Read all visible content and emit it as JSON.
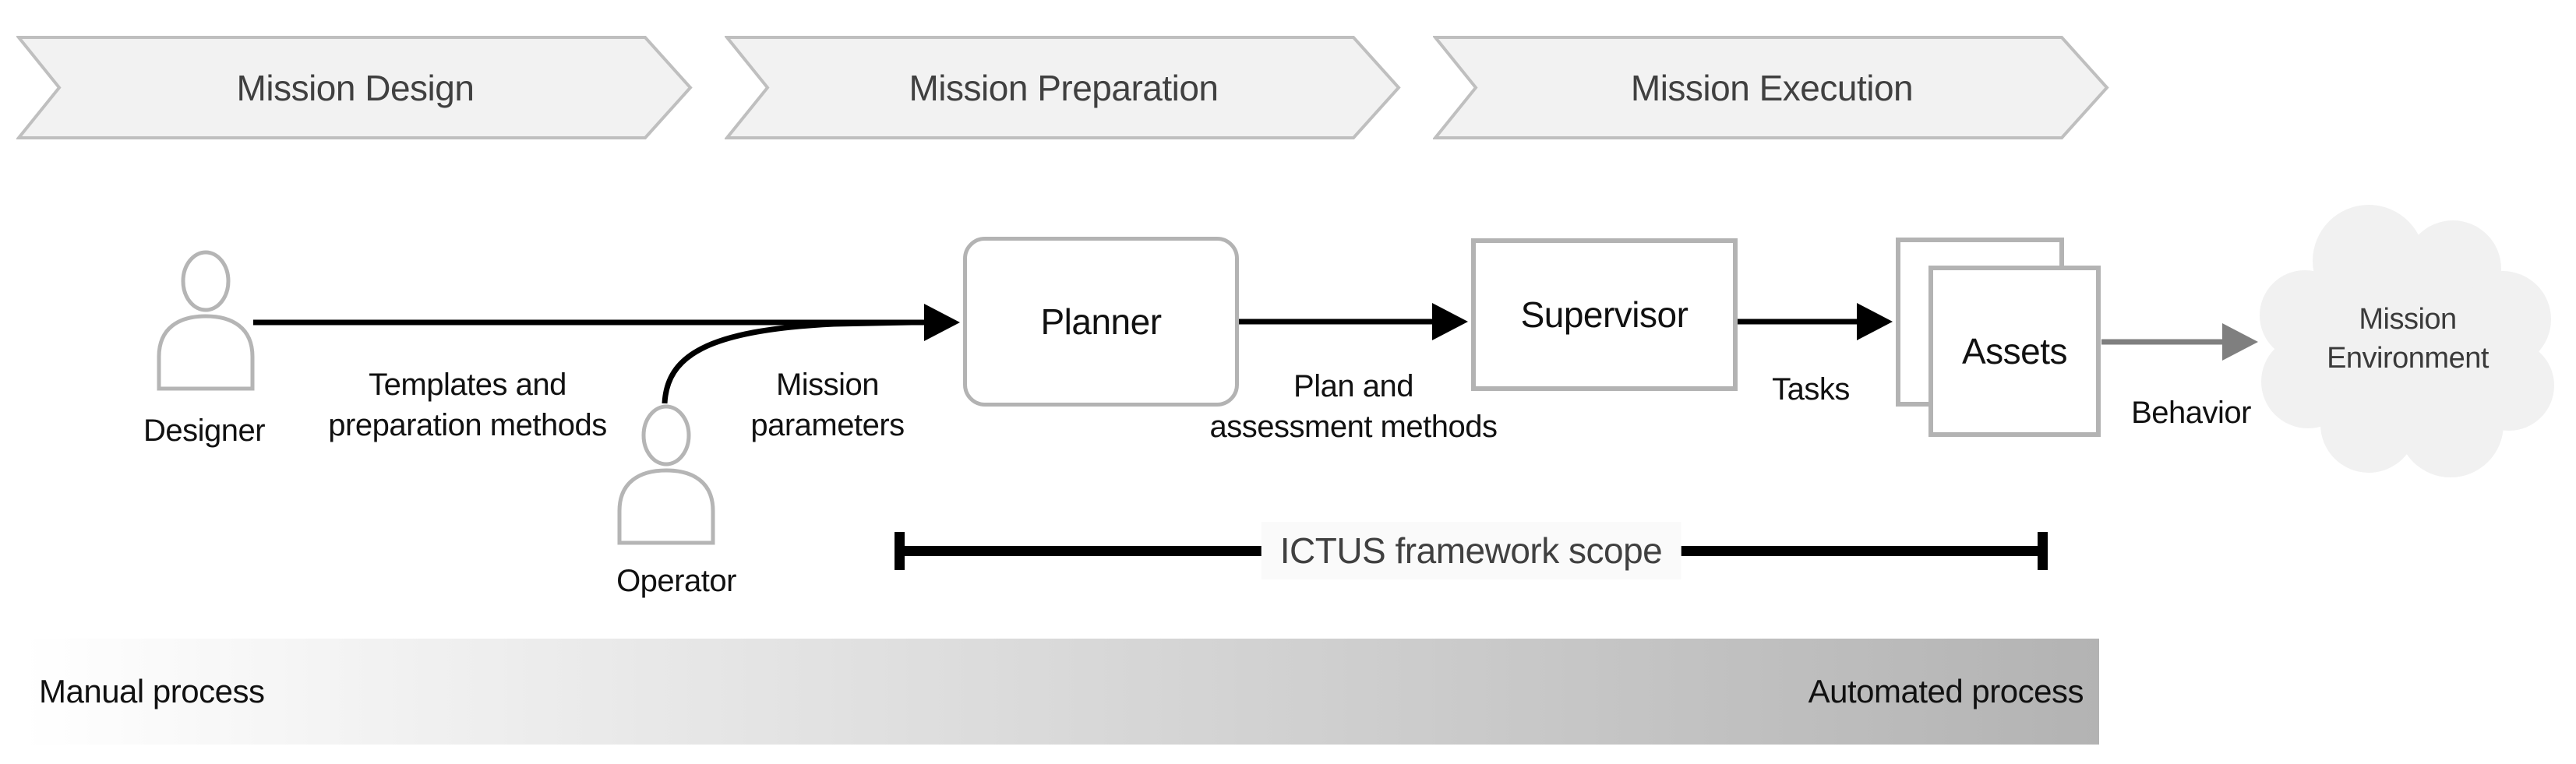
{
  "stages": [
    {
      "label": "Mission Design"
    },
    {
      "label": "Mission Preparation"
    },
    {
      "label": "Mission Execution"
    }
  ],
  "actors": {
    "designer": {
      "label": "Designer",
      "icon": "person-icon"
    },
    "operator": {
      "label": "Operator",
      "icon": "person-icon"
    }
  },
  "nodes": {
    "planner": {
      "label": "Planner"
    },
    "supervisor": {
      "label": "Supervisor"
    },
    "assets": {
      "label": "Assets"
    },
    "environment": {
      "line1": "Mission",
      "line2": "Environment",
      "icon": "cloud-icon"
    }
  },
  "edges": {
    "templates": {
      "line1": "Templates and",
      "line2": "preparation methods"
    },
    "mission_parameters": {
      "line1": "Mission",
      "line2": "parameters"
    },
    "plan_assessment": {
      "line1": "Plan and",
      "line2": "assessment methods"
    },
    "tasks": {
      "label": "Tasks"
    },
    "behavior": {
      "label": "Behavior"
    }
  },
  "scope": {
    "label": "ICTUS framework scope"
  },
  "process_bar": {
    "left_label": "Manual process",
    "right_label": "Automated process"
  },
  "colors": {
    "chevron-fill": "#f2f2f2",
    "chevron-border": "#bfbfbf",
    "box-border": "#b3b3b3",
    "icon-stroke": "#b5b5b5",
    "arrow-black": "#000000",
    "arrow-gray": "#7f7f7f",
    "cloud-fill": "#f1f1f1",
    "text-dark": "#404040",
    "gradient-start": "#ffffff",
    "gradient-end": "#b3b3b3"
  }
}
